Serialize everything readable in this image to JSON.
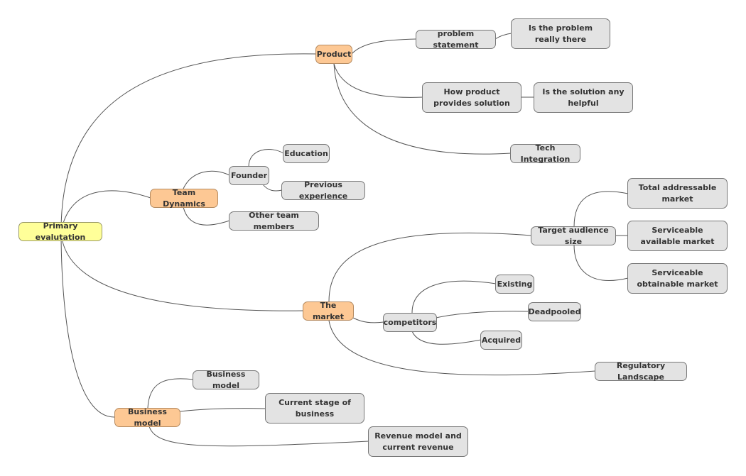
{
  "root": "Primary evalutation",
  "product": {
    "label": "Product",
    "problem_statement": "problem statement",
    "problem_really_there": "Is the problem really there",
    "how_product_solution": "How product provides solution",
    "solution_helpful": "Is the solution any helpful",
    "tech_integration": "Tech Integration"
  },
  "team": {
    "label": "Team Dynamics",
    "founder": "Founder",
    "education": "Education",
    "previous_experience": "Previous experience",
    "other_members": "Other team members"
  },
  "market": {
    "label": "The market",
    "target_audience": "Target audience size",
    "total_addressable": "Total addressable market",
    "serviceable_available": "Serviceable available market",
    "serviceable_obtainable": "Serviceable obtainable market",
    "competitors": "competitors",
    "existing": "Existing",
    "deadpooled": "Deadpooled",
    "acquired": "Acquired",
    "regulatory": "Regulatory Landscape"
  },
  "business": {
    "label": "Business model",
    "business_model_child": "Business model",
    "current_stage": "Current stage of business",
    "revenue_model": "Revenue model and current revenue"
  }
}
